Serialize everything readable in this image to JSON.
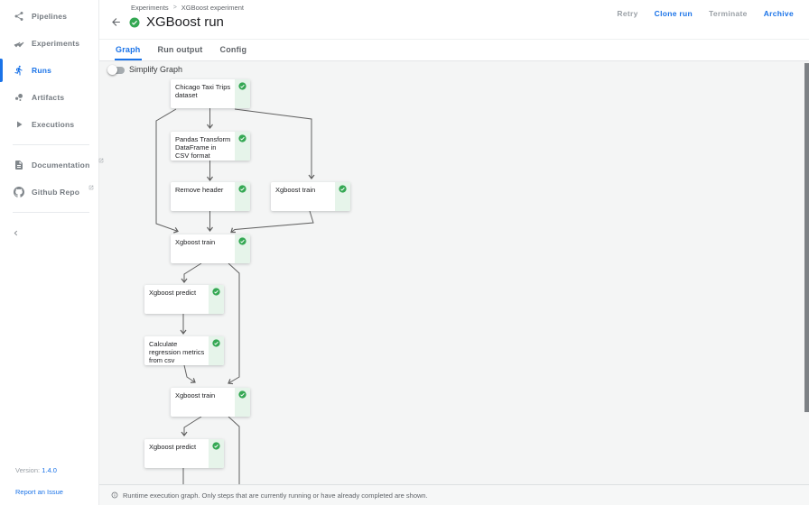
{
  "sidebar": {
    "items": [
      {
        "label": "Pipelines",
        "icon": "pipelines-icon",
        "active": false
      },
      {
        "label": "Experiments",
        "icon": "experiments-icon",
        "active": false
      },
      {
        "label": "Runs",
        "icon": "runs-icon",
        "active": true
      },
      {
        "label": "Artifacts",
        "icon": "artifacts-icon",
        "active": false
      },
      {
        "label": "Executions",
        "icon": "executions-icon",
        "active": false
      }
    ],
    "external_links": [
      {
        "label": "Documentation",
        "icon": "document-icon"
      },
      {
        "label": "Github Repo",
        "icon": "github-icon"
      }
    ],
    "version_label": "Version:",
    "version_value": "1.4.0",
    "report_link_label": "Report an Issue"
  },
  "header": {
    "breadcrumb": {
      "parent": "Experiments",
      "separator": ">",
      "current": "XGBoost experiment"
    },
    "title": "XGBoost run",
    "status": "succeeded",
    "actions": [
      {
        "label": "Retry",
        "enabled": false
      },
      {
        "label": "Clone run",
        "enabled": true
      },
      {
        "label": "Terminate",
        "enabled": false
      },
      {
        "label": "Archive",
        "enabled": true
      }
    ]
  },
  "tabs": [
    {
      "label": "Graph",
      "active": true
    },
    {
      "label": "Run output",
      "active": false
    },
    {
      "label": "Config",
      "active": false
    }
  ],
  "toolbar": {
    "simplify_graph_label": "Simplify Graph",
    "simplify_graph_on": false
  },
  "graph": {
    "nodes": [
      {
        "id": "n1",
        "label": "Chicago Taxi Trips dataset",
        "status": "succeeded"
      },
      {
        "id": "n2",
        "label": "Pandas Transform DataFrame in CSV format",
        "status": "succeeded"
      },
      {
        "id": "n3",
        "label": "Remove header",
        "status": "succeeded"
      },
      {
        "id": "n4",
        "label": "Xgboost train",
        "status": "succeeded"
      },
      {
        "id": "n5",
        "label": "Xgboost train",
        "status": "succeeded"
      },
      {
        "id": "n6",
        "label": "Xgboost predict",
        "status": "succeeded"
      },
      {
        "id": "n7",
        "label": "Calculate regression metrics from csv",
        "status": "succeeded"
      },
      {
        "id": "n8",
        "label": "Xgboost train",
        "status": "succeeded"
      },
      {
        "id": "n9",
        "label": "Xgboost predict",
        "status": "succeeded"
      }
    ],
    "edges": [
      [
        "n1",
        "n2"
      ],
      [
        "n1",
        "n4"
      ],
      [
        "n1",
        "n5"
      ],
      [
        "n2",
        "n3"
      ],
      [
        "n3",
        "n5"
      ],
      [
        "n4",
        "n5"
      ],
      [
        "n5",
        "n6"
      ],
      [
        "n5",
        "n8"
      ],
      [
        "n6",
        "n7"
      ],
      [
        "n7",
        "n8"
      ],
      [
        "n8",
        "n9"
      ]
    ]
  },
  "footer": {
    "info_text": "Runtime execution graph. Only steps that are currently running or have already completed are shown."
  },
  "colors": {
    "accent": "#1a73e8",
    "success_green": "#34a853",
    "node_strip_green": "#e6f4ea",
    "edge_gray": "#616161"
  }
}
